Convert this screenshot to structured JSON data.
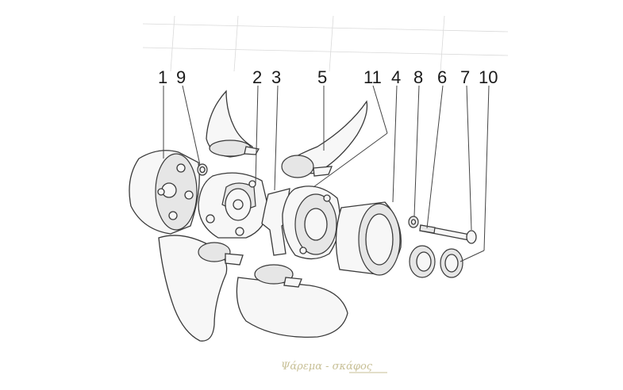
{
  "diagram": {
    "part_labels": [
      "1",
      "9",
      "2",
      "3",
      "5",
      "11",
      "4",
      "8",
      "6",
      "7",
      "10"
    ]
  },
  "watermark": "Ψάρεμα - σκάφος"
}
